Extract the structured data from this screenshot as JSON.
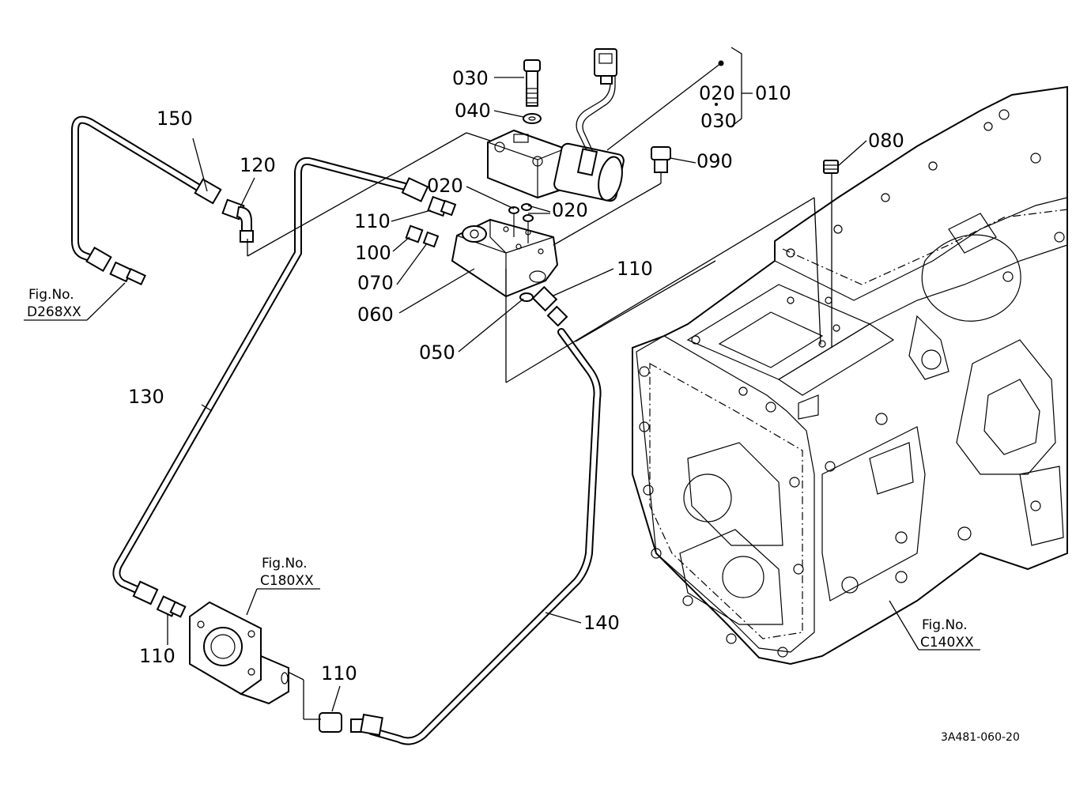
{
  "callouts": {
    "c030": "030",
    "c040": "040",
    "c020_010": "020",
    "c010": "010",
    "c030_set": "030",
    "c080": "080",
    "c090": "090",
    "c150": "150",
    "c120": "120",
    "c020a": "020",
    "c020b": "020",
    "c110a": "110",
    "c100": "100",
    "c070": "070",
    "c060": "060",
    "c110b": "110",
    "c050": "050",
    "c130": "130",
    "c140": "140",
    "c110c": "110",
    "c110d": "110"
  },
  "figure_refs": {
    "d268_label": "Fig.No.",
    "d268_code": "D268XX",
    "c180_label": "Fig.No.",
    "c180_code": "C180XX",
    "c140_label": "Fig.No.",
    "c140_code": "C140XX"
  },
  "drawing_number": "3A481-060-20"
}
